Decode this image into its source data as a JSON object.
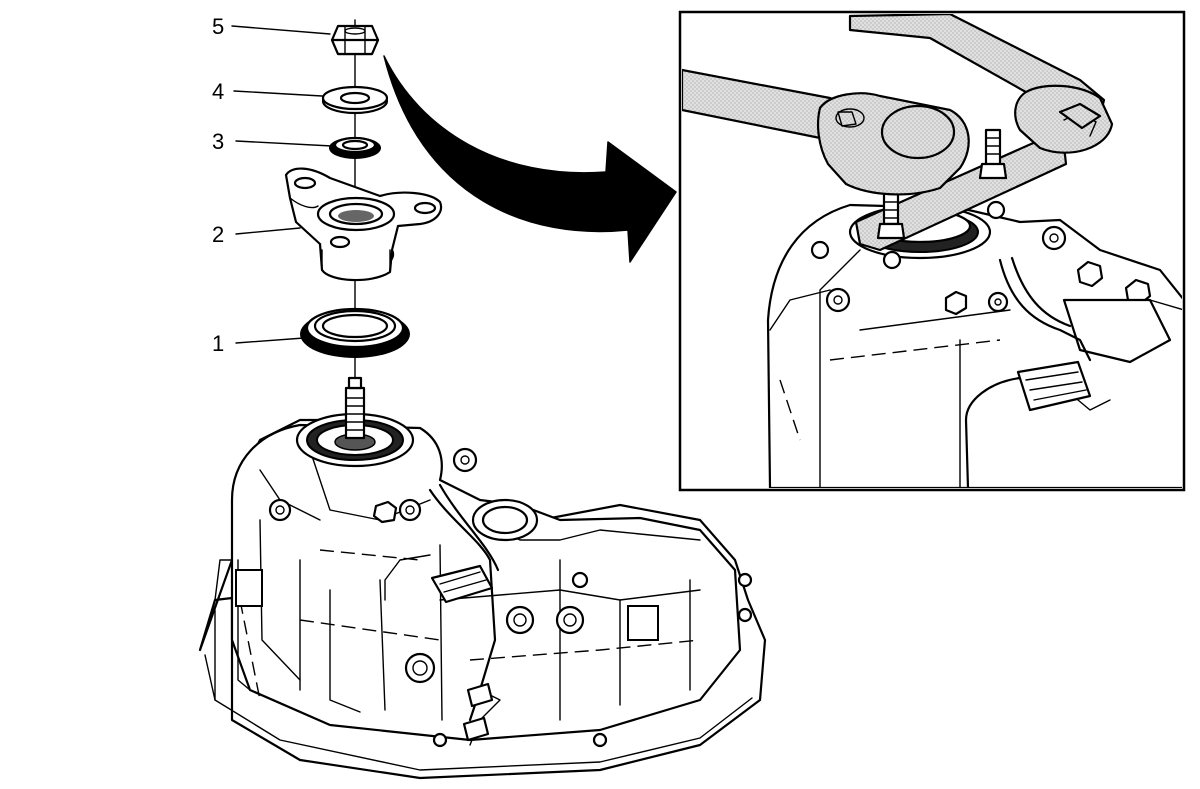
{
  "callouts": [
    {
      "id": "5",
      "label": "5"
    },
    {
      "id": "4",
      "label": "4"
    },
    {
      "id": "3",
      "label": "3"
    },
    {
      "id": "2",
      "label": "2"
    },
    {
      "id": "1",
      "label": "1"
    }
  ],
  "colors": {
    "line": "#000000",
    "background": "#ffffff",
    "tool_fill": "#d9d9d9"
  }
}
